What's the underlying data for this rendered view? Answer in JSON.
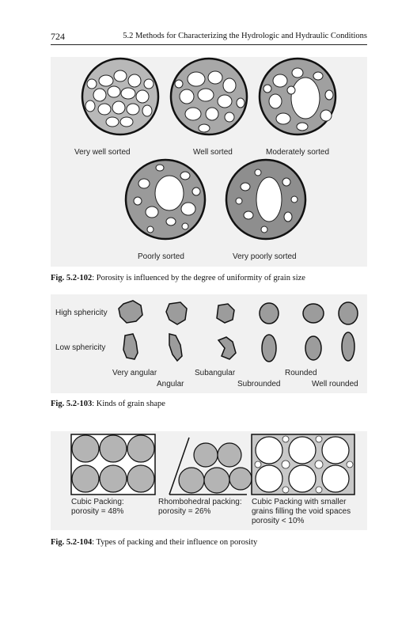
{
  "header": {
    "page_number": "724",
    "running_title": "5.2 Methods for Characterizing the Hydrologic and Hydraulic Conditions"
  },
  "figure_102": {
    "labels": [
      "Very well sorted",
      "Well sorted",
      "Moderately sorted",
      "Poorly sorted",
      "Very poorly sorted"
    ],
    "caption_number": "Fig. 5.2-102",
    "caption_text": ": Porosity is influenced by the degree of uniformity of grain size"
  },
  "figure_103": {
    "row_labels": [
      "High sphericity",
      "Low sphericity"
    ],
    "top_labels": [
      "Very angular",
      "Subangular",
      "Rounded"
    ],
    "bottom_labels": [
      "Angular",
      "Subrounded",
      "Well rounded"
    ],
    "caption_number": "Fig. 5.2-103",
    "caption_text": ": Kinds of grain shape"
  },
  "figure_104": {
    "panel_1": [
      "Cubic Packing:",
      "porosity = 48%"
    ],
    "panel_2": [
      "Rhombohedral packing:",
      "porosity = 26%"
    ],
    "panel_3": [
      "Cubic Packing with smaller",
      "grains filling the void spaces",
      "porosity < 10%"
    ],
    "caption_number": "Fig. 5.2-104",
    "caption_text": ": Types of packing and their influence on porosity"
  }
}
